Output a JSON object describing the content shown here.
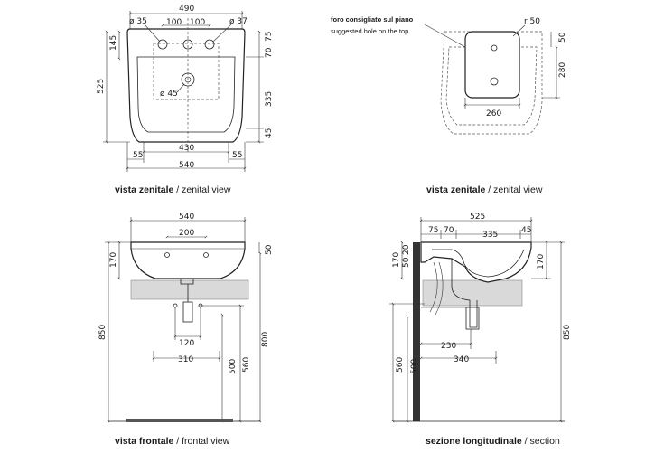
{
  "views": {
    "top_left": {
      "caption_bold": "vista zenitale",
      "caption_rest": " / zenital view",
      "dims": {
        "width_top": "490",
        "hole_dia": "ø 35",
        "tap_spacing_1": "100",
        "tap_spacing_2": "100",
        "hole_dia_2": "ø 37",
        "height_145": "145",
        "height_525": "525",
        "drain_dia": "ø 45",
        "right_70": "70",
        "right_75": "75",
        "right_335": "335",
        "right_45": "45",
        "bottom_430": "430",
        "bottom_55_l": "55",
        "bottom_55_r": "55",
        "bottom_540": "540"
      }
    },
    "top_right": {
      "caption_bold": "vista zenitale",
      "caption_rest": " / zenital view",
      "note_it": "foro consigliato sul piano",
      "note_en": "suggested hole on the top",
      "dims": {
        "radius": "r 50",
        "right_50": "50",
        "right_280": "280",
        "bottom_260": "260"
      }
    },
    "bottom_left": {
      "caption_bold": "vista frontale",
      "caption_rest": " / frontal view",
      "dims": {
        "width_540": "540",
        "tap_200": "200",
        "height_170": "170",
        "right_50": "50",
        "height_850": "850",
        "trap_120": "120",
        "trap_310": "310",
        "h_500": "500",
        "h_560": "560",
        "h_800": "800"
      }
    },
    "bottom_right": {
      "caption_bold": "sezione longitudinale",
      "caption_rest": " / section",
      "dims": {
        "top_525": "525",
        "top_75": "75",
        "top_70": "70",
        "top_335": "335",
        "top_45": "45",
        "left_170": "170",
        "left_20": "20",
        "left_50": "50",
        "right_170": "170",
        "right_850": "850",
        "left_560": "560",
        "left_500": "500",
        "d_230": "230",
        "d_340": "340"
      }
    }
  }
}
